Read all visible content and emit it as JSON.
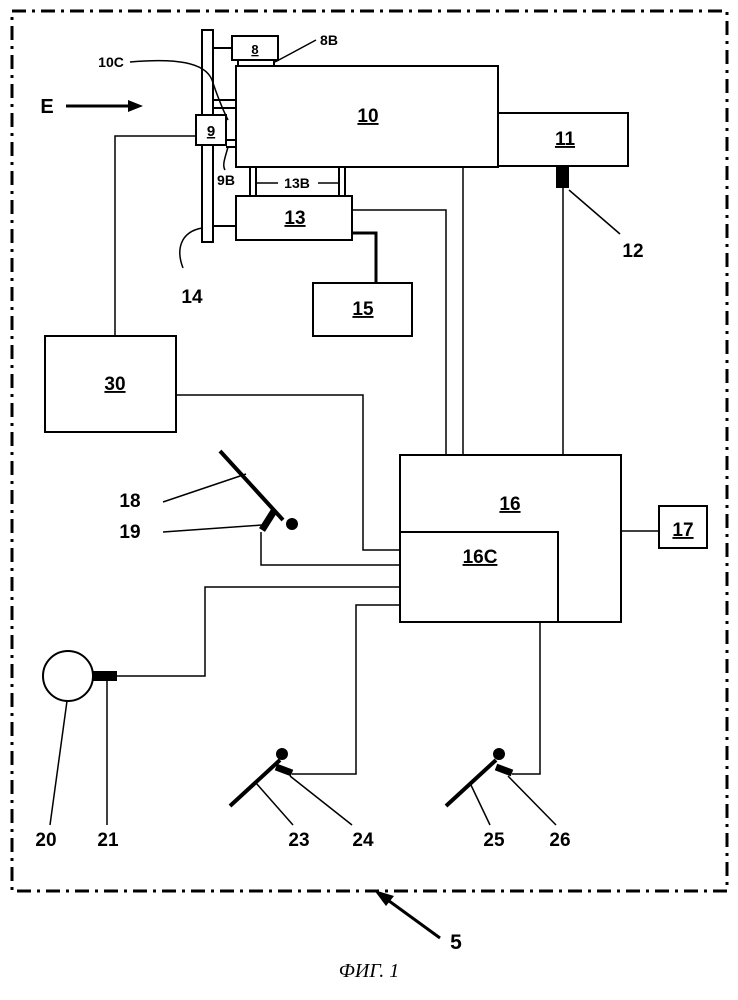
{
  "caption": "ФИГ. 1",
  "arrow_label": "E",
  "boundary_label": "5",
  "blocks": {
    "b8": "8",
    "b9": "9",
    "b10": "10",
    "b11": "11",
    "b13": "13",
    "b15": "15",
    "b16": "16",
    "b16c": "16C",
    "b17": "17",
    "b30": "30"
  },
  "callouts": {
    "c8b": "8B",
    "c10c": "10C",
    "c9b": "9B",
    "c13b": "13B",
    "c14": "14",
    "c12": "12",
    "c18": "18",
    "c19": "19",
    "c20": "20",
    "c21": "21",
    "c23": "23",
    "c24": "24",
    "c25": "25",
    "c26": "26"
  }
}
